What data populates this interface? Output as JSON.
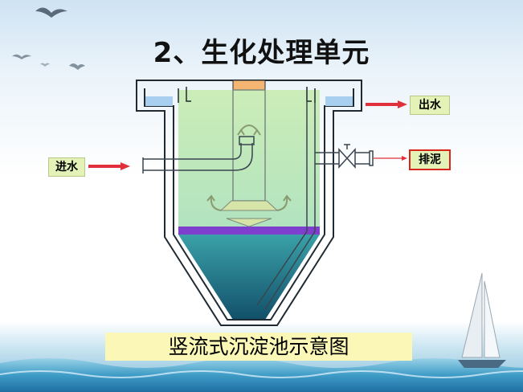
{
  "slide": {
    "title": "2、生化处理单元",
    "caption": "竖流式沉淀池示意图"
  },
  "labels": {
    "inlet": "进水",
    "outlet": "出水",
    "sludge": "排泥"
  },
  "colors": {
    "water": "#bfe8a9",
    "sludge_layer": "#7e3fcf",
    "sludge_zone": "#2e8a9a",
    "center_pipe_top": "#f3b571",
    "arrow": "#e0303c",
    "label_box": "#e4f2b8",
    "caption_box": "#fbf7b7"
  }
}
